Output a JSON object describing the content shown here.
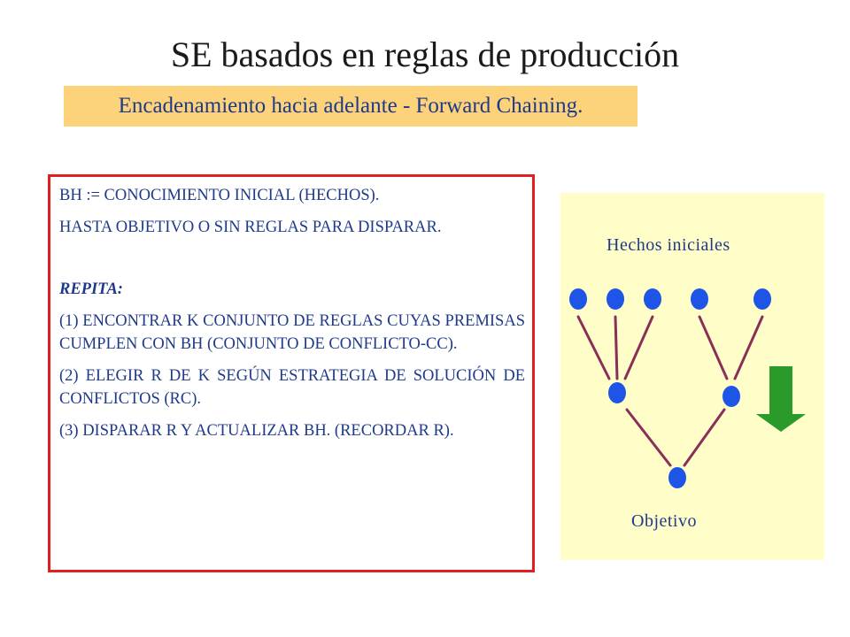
{
  "title": "SE basados en reglas de producción",
  "subtitle": "Encadenamiento hacia adelante - Forward Chaining.",
  "rules": {
    "line1": "BH := CONOCIMIENTO INICIAL (HECHOS).",
    "line2": "HASTA OBJETIVO O SIN REGLAS PARA DISPARAR.",
    "repeat": "REPITA:",
    "step1": "(1) ENCONTRAR K CONJUNTO DE REGLAS CUYAS PREMISAS CUMPLEN CON BH (CONJUNTO DE CONFLICTO-CC).",
    "step2": "(2) ELEGIR R DE K SEGÚN ESTRATEGIA DE SOLUCIÓN DE CONFLICTOS (RC).",
    "step3": "(3) DISPARAR R Y ACTUALIZAR BH. (RECORDAR R)."
  },
  "diagram": {
    "top_label": "Hechos iniciales",
    "bottom_label": "Objetivo",
    "colors": {
      "node": "#1f55e6",
      "edge": "#8a2f5a",
      "arrow": "#2a9a2a",
      "panel": "#fffec8"
    },
    "arrow_direction": "down-arrow-icon"
  }
}
